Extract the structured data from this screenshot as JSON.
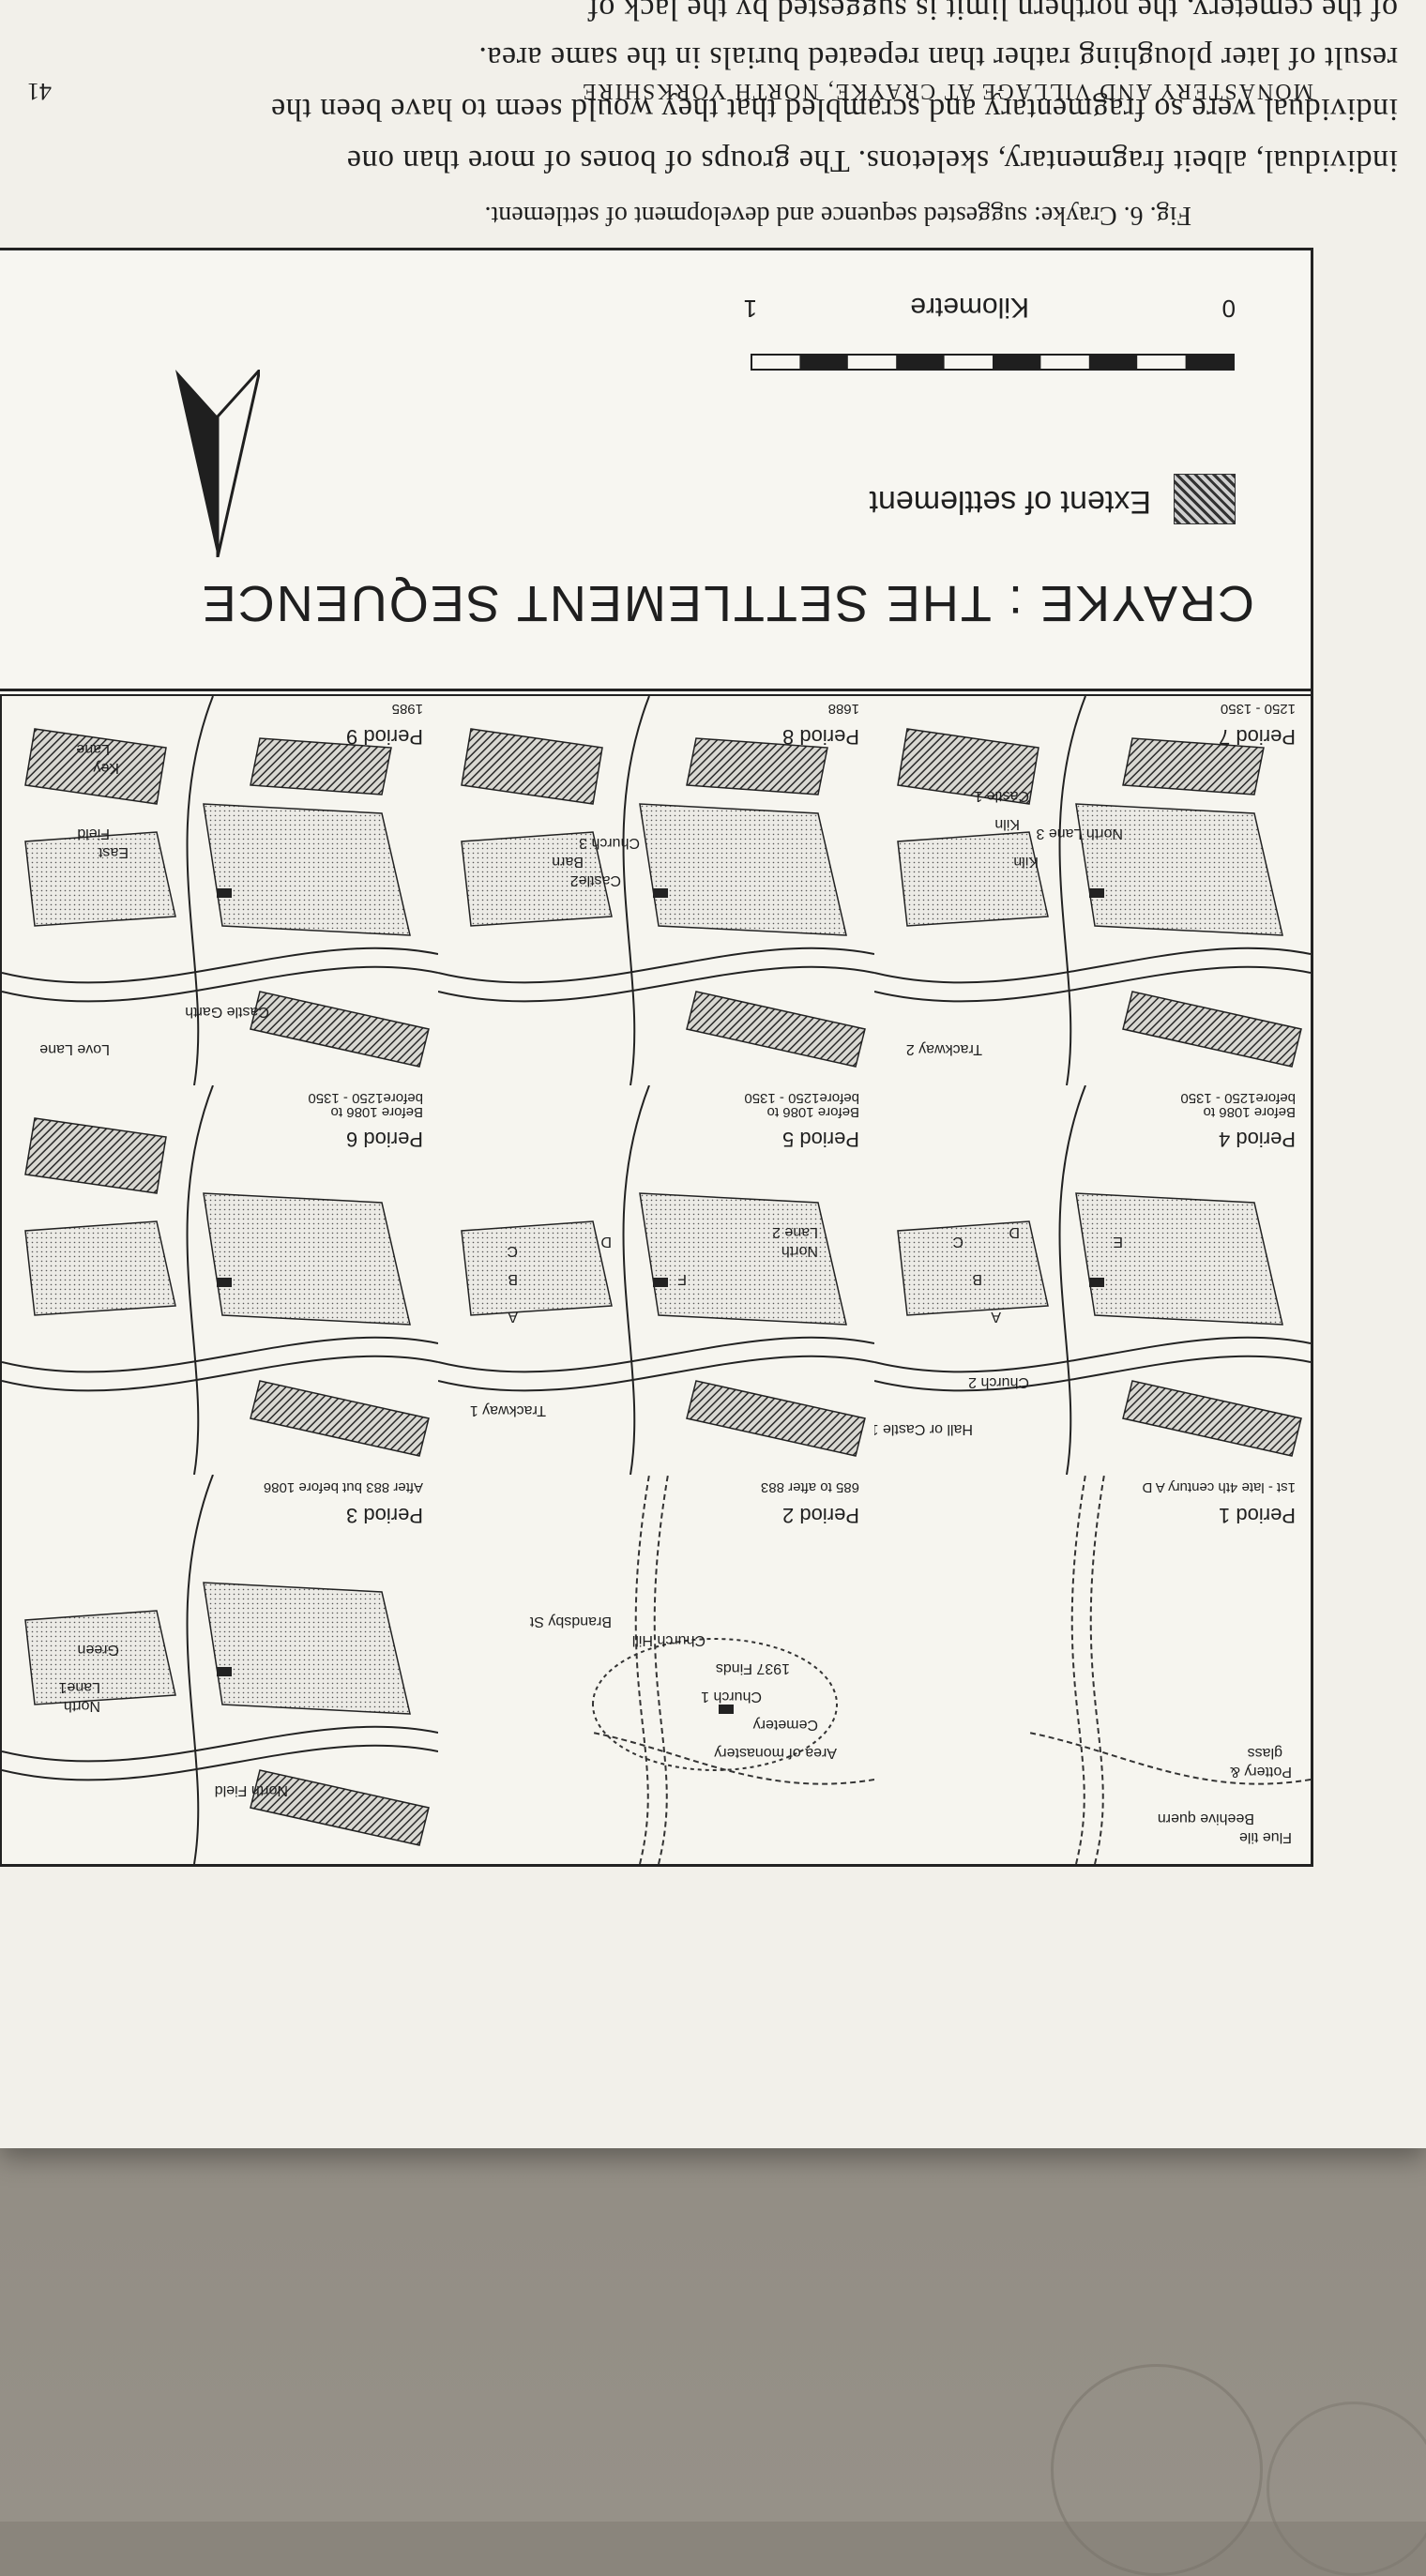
{
  "page": {
    "running_head": "MONASTERY AND VILLAGE AT CRAYKE, NORTH YORKSHIRE",
    "page_number": "41"
  },
  "figure": {
    "title": "CRAYKE : THE SETTLEMENT SEQUENCE",
    "legend": {
      "label": "Extent of settlement"
    },
    "scale": {
      "zero": "0",
      "one": "1",
      "unit": "Kilometre"
    },
    "panels": [
      {
        "period": "Period 1",
        "dates": "1st - late 4th century A D",
        "labels": [
          "Flue tile",
          "Beehive quern",
          "Pottery &",
          "glass"
        ]
      },
      {
        "period": "Period 2",
        "dates": "685 to after 883",
        "labels": [
          "Area of monastery",
          "Cemetery",
          "Church 1",
          "1937 Finds",
          "Church Hill",
          "Brandsby St"
        ]
      },
      {
        "period": "Period 3",
        "dates": "After 883 but before 1086",
        "labels": [
          "North Field",
          "North",
          "Lane1",
          "Green"
        ]
      },
      {
        "period": "Period 4",
        "dates": "Before 1086 to",
        "dates2": "before1250 - 1350",
        "labels": [
          "Hall or Castle 1",
          "Church 2",
          "A",
          "B",
          "C",
          "D",
          "E"
        ]
      },
      {
        "period": "Period 5",
        "dates": "Before 1086 to",
        "dates2": "before1250 - 1350",
        "labels": [
          "Trackway 1",
          "North",
          "Lane 2",
          "A",
          "B",
          "C",
          "D",
          "F"
        ]
      },
      {
        "period": "Period 6",
        "dates": "Before 1086 to",
        "dates2": "before1250 - 1350",
        "labels": []
      },
      {
        "period": "Period 7",
        "dates": "1250 - 1350",
        "labels": [
          "Trackway 2",
          "North Lane 3",
          "Castle 1",
          "Kiln",
          "Kiln"
        ]
      },
      {
        "period": "Period 8",
        "dates": "1688",
        "labels": [
          "Castle2",
          "Barn",
          "Church 3"
        ]
      },
      {
        "period": "Period 9",
        "dates": "1985",
        "labels": [
          "Love Lane",
          "Castle Garth",
          "East",
          "Field",
          "Key",
          "Lane"
        ]
      }
    ]
  },
  "caption": "Fig. 6. Crayke: suggested sequence and development of settlement.",
  "body_text": [
    "individual, albeit fragmentary, skeletons. The groups of bones of more than one",
    "individual were so fragmentary and scrambled that they would seem to have been the",
    "result of later ploughing rather than repeated burials in the same area.",
    "of the cemetery, the northern limit is suggested by the lack of"
  ]
}
